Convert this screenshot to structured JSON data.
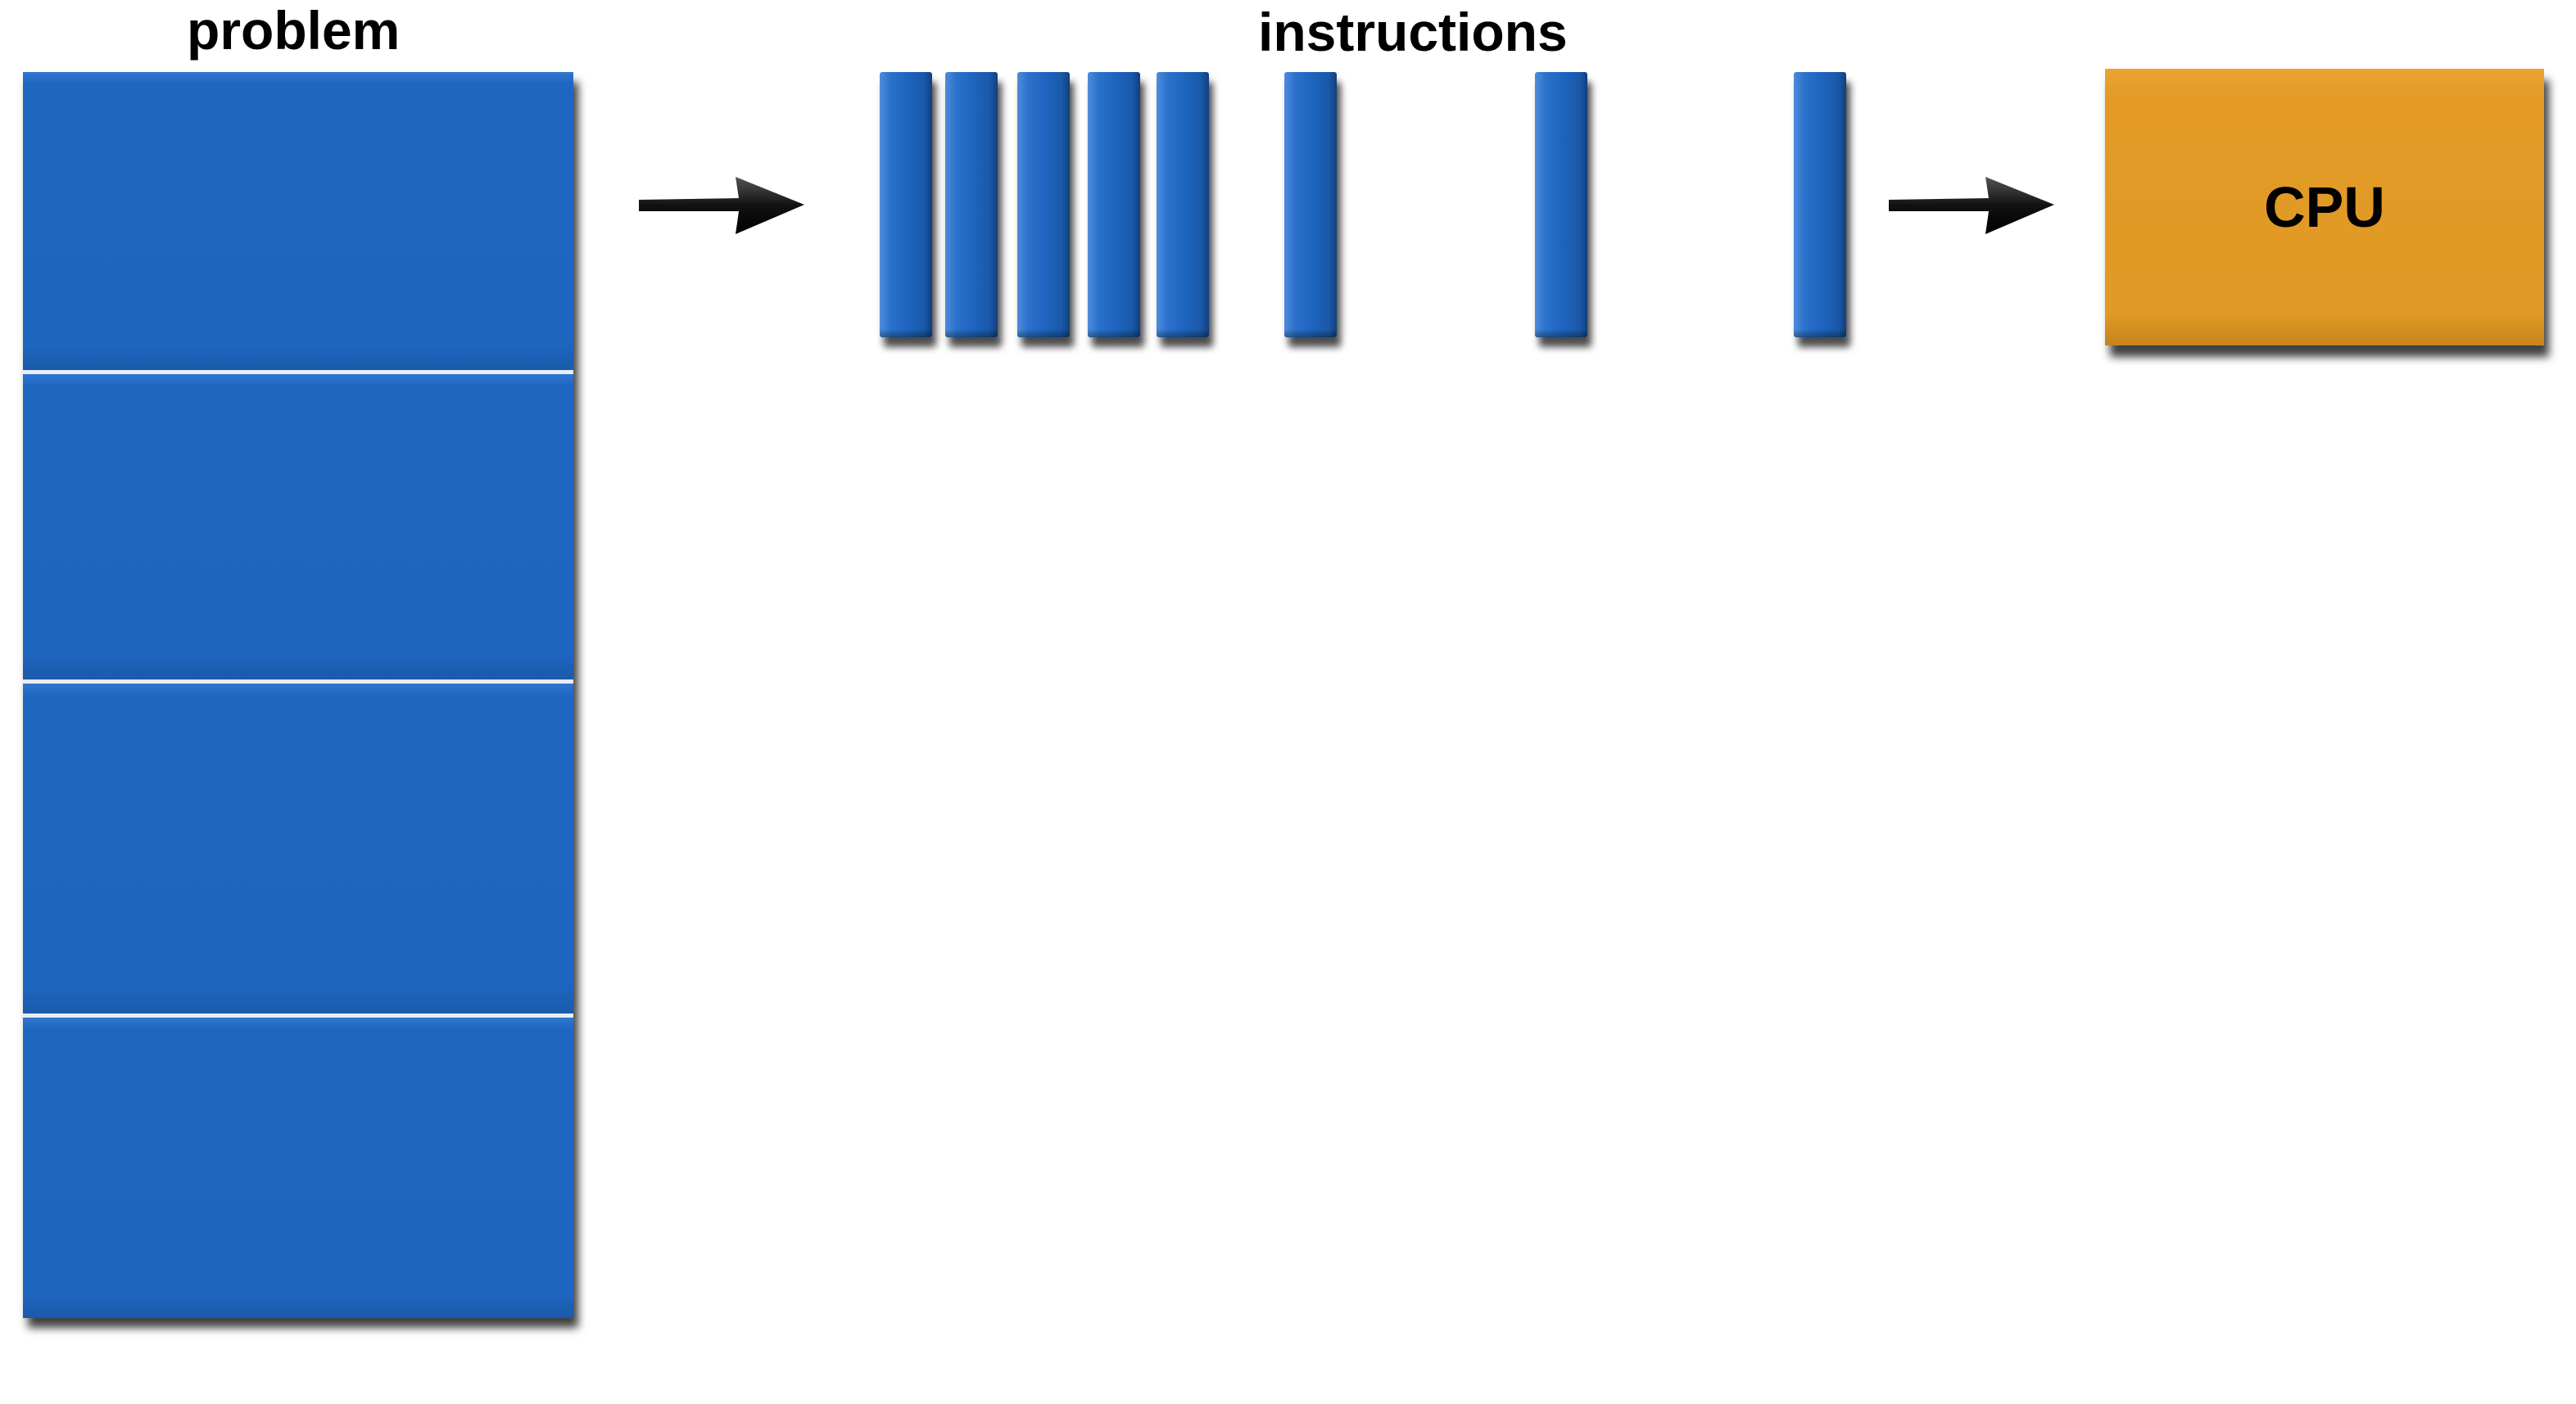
{
  "labels": {
    "problem": "problem",
    "instructions": "instructions",
    "cpu": "CPU"
  },
  "problem": {
    "segment_count": 4
  },
  "instructions": {
    "count": 8
  },
  "colors": {
    "problem_blue": "#1e65bf",
    "instruction_blue": "#1d64be",
    "cpu_orange": "#e19a25",
    "divider": "#e8eef6",
    "arrow": "#000000"
  },
  "icons": {
    "arrow_to_instructions": "right-arrow-icon",
    "arrow_to_cpu": "right-arrow-icon"
  }
}
